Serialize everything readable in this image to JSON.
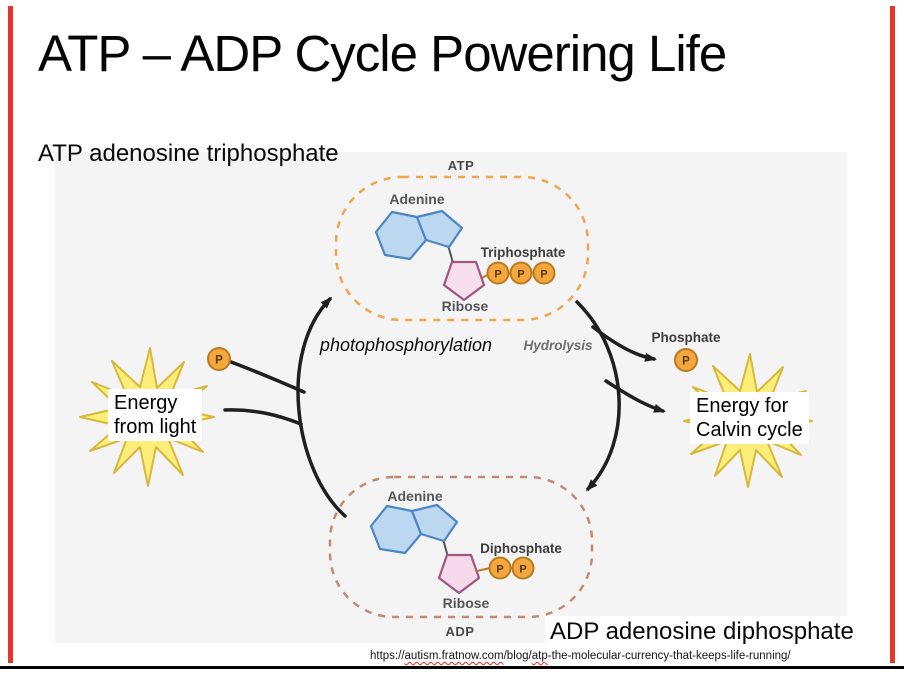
{
  "slide": {
    "title": "ATP – ADP Cycle Powering Life",
    "atp_caption": "ATP adenosine triphosphate",
    "adp_caption": "ADP adenosine diphosphate",
    "source_url": {
      "scheme": "https://",
      "domain": "autism.fratnow.com",
      "path_mid": "/blog/",
      "word": "atp",
      "path_rest": "-the-molecular-currency-that-keeps-life-running/"
    }
  },
  "diagram": {
    "p_symbol": "P",
    "atp": {
      "name": "ATP",
      "ring_label": "Adenine",
      "chain_label": "Triphosphate",
      "sugar_label": "Ribose"
    },
    "adp": {
      "name": "ADP",
      "ring_label": "Adenine",
      "chain_label": "Diphosphate",
      "sugar_label": "Ribose"
    },
    "forward_process": "photophosphorylation",
    "reverse_process": "Hydrolysis",
    "free_phosphate_label": "Phosphate",
    "energy_input": {
      "line1": "Energy",
      "line2": "from light"
    },
    "energy_output": {
      "line1": "Energy for",
      "line2": "Calvin cycle"
    }
  },
  "colors": {
    "adenine_fill": "#bcd7f0",
    "adenine_stroke": "#4c86c4",
    "ribose_fill": "#f7dfee",
    "ribose_stroke": "#a05583",
    "phosphate_fill": "#f3a73d",
    "phosphate_stroke": "#ba7a22",
    "starburst_fill": "#fcee79",
    "starburst_stroke": "#d8b83c",
    "atp_ring_dash": "#f0a64c",
    "adp_ring_dash": "#c28b73",
    "arrow": "#1f1f1f",
    "spellcheck_red": "#e02b20",
    "edge_bar_red": "#e8352a",
    "diagram_bg": "#f4f4f4"
  }
}
